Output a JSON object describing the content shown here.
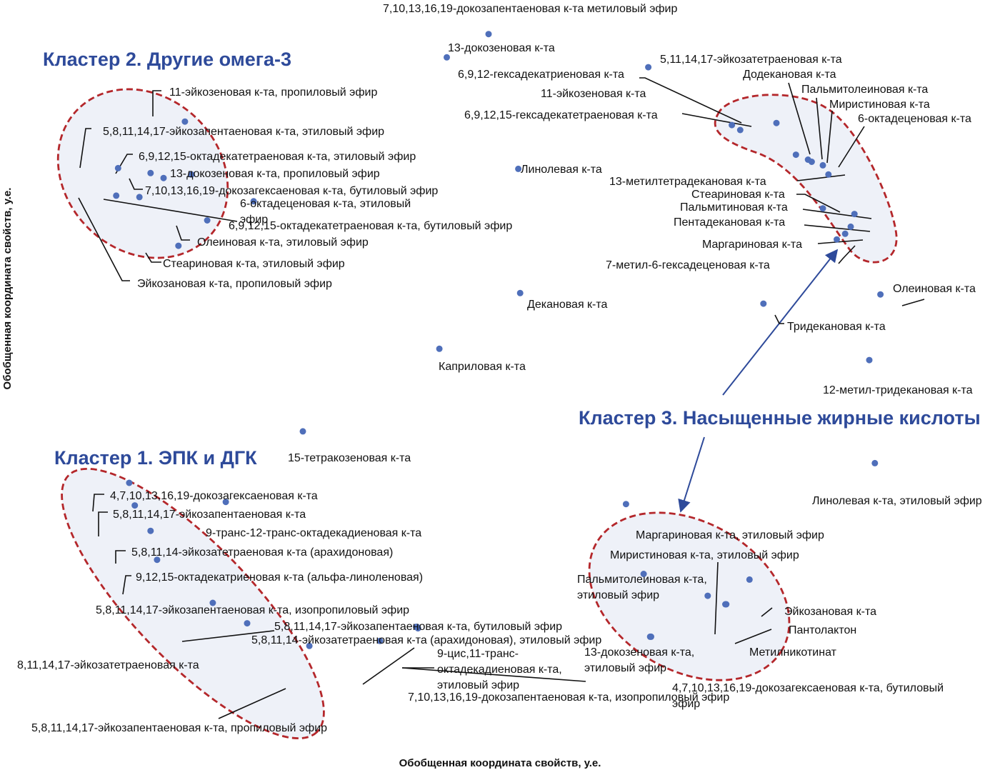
{
  "chart_data": {
    "type": "scatter",
    "xlabel": "Обобщенная координата свойств, у.е.",
    "ylabel": "Обобщенная координата свойств, у.е.",
    "xlim": [
      0,
      1
    ],
    "ylim": [
      0,
      1
    ],
    "grid": false,
    "legend": "none",
    "colors": {
      "point": "#4f6fba",
      "cluster_outline": "#b4272b",
      "cluster_fill": "#eef1f8",
      "cluster_title": "#2e4a9a",
      "leader": "#111111"
    },
    "clusters": [
      {
        "id": "c1",
        "title": "Кластер 1. ЭПК и ДГК"
      },
      {
        "id": "c2",
        "title": "Кластер 2. Другие омега-3"
      },
      {
        "id": "c3",
        "title": "Кластер 3. Насыщенные жирные кислоты"
      }
    ],
    "points": [
      {
        "id": "p1",
        "x": 0.48,
        "y": 0.972,
        "label": [
          "7,10,13,16,19-докозапентаеновая к-та метиловый эфир"
        ]
      },
      {
        "id": "p2",
        "x": 0.435,
        "y": 0.939,
        "label": [
          "13-докозеновая к-та"
        ]
      },
      {
        "id": "p3",
        "x": 0.652,
        "y": 0.925,
        "label": [
          "5,11,14,17-эйкозатетраеновая к-та"
        ]
      },
      {
        "id": "p4",
        "x": 0.742,
        "y": 0.843,
        "label": [
          "6,9,12-гексадекатриеновая к-та"
        ]
      },
      {
        "id": "p5",
        "x": 0.751,
        "y": 0.836,
        "label": [
          "6,9,12,15-гексадекатетраеновая к-та"
        ]
      },
      {
        "id": "p6",
        "x": 0.79,
        "y": 0.846,
        "label": [
          "11-эйкозеновая к-та"
        ]
      },
      {
        "id": "p7",
        "x": 0.811,
        "y": 0.801,
        "label": [
          "Додекановая к-та"
        ]
      },
      {
        "id": "p8",
        "x": 0.824,
        "y": 0.794,
        "label": [
          "Пальмитолеиновая к-та"
        ]
      },
      {
        "id": "p9",
        "x": 0.828,
        "y": 0.791,
        "label": [
          "Миристиновая к-та"
        ]
      },
      {
        "id": "p10",
        "x": 0.84,
        "y": 0.786,
        "label": [
          "6-октадеценовая к-та"
        ]
      },
      {
        "id": "p11",
        "x": 0.846,
        "y": 0.773,
        "label": [
          "13-метилтетрадекановая к-та"
        ]
      },
      {
        "id": "p12",
        "x": 0.84,
        "y": 0.725,
        "label": [
          "Стеариновая к-та"
        ]
      },
      {
        "id": "p13",
        "x": 0.874,
        "y": 0.717,
        "label": [
          "Пальмитиновая к-та"
        ]
      },
      {
        "id": "p14",
        "x": 0.87,
        "y": 0.699,
        "label": [
          "Пентадекановая к-та"
        ]
      },
      {
        "id": "p15",
        "x": 0.864,
        "y": 0.689,
        "label": [
          "Маргариновая к-та"
        ]
      },
      {
        "id": "p16",
        "x": 0.855,
        "y": 0.681,
        "label": [
          "7-метил-6-гексадеценовая к-та"
        ]
      },
      {
        "id": "p17",
        "x": 0.512,
        "y": 0.781,
        "label": [
          "Линолевая к-та"
        ]
      },
      {
        "id": "p18",
        "x": 0.514,
        "y": 0.605,
        "label": [
          "Декановая к-та"
        ]
      },
      {
        "id": "p19",
        "x": 0.427,
        "y": 0.526,
        "label": [
          "Каприловая к-та"
        ]
      },
      {
        "id": "p20",
        "x": 0.902,
        "y": 0.603,
        "label": [
          "Олеиновая к-та"
        ]
      },
      {
        "id": "p21",
        "x": 0.776,
        "y": 0.59,
        "label": [
          "Тридекановая к-та"
        ]
      },
      {
        "id": "p22",
        "x": 0.89,
        "y": 0.51,
        "label": [
          "12-метил-тридекановая к-та"
        ]
      },
      {
        "id": "p23",
        "x": 0.153,
        "y": 0.848,
        "label": [
          "11-эйкозеновая к-та, пропиловый эфир"
        ]
      },
      {
        "id": "p24",
        "x": 0.081,
        "y": 0.782,
        "label": [
          "5,8,11,14,17-эйкозапентаеновая к-та, этиловый эфир"
        ]
      },
      {
        "id": "p25",
        "x": 0.116,
        "y": 0.775,
        "label": [
          "6,9,12,15-октадекатетраеновая к-та, этиловый эфир"
        ]
      },
      {
        "id": "p26",
        "x": 0.13,
        "y": 0.768,
        "label": [
          "7,10,13,16,19-докозагексаеновая к-та, бутиловый эфир"
        ]
      },
      {
        "id": "p27",
        "x": 0.16,
        "y": 0.773,
        "label": [
          "13-докозеновая к-та, пропиловый эфир"
        ]
      },
      {
        "id": "p28",
        "x": 0.227,
        "y": 0.735,
        "label": [
          "6-октадеценовая к-та, этиловый",
          "эфир"
        ]
      },
      {
        "id": "p29",
        "x": 0.104,
        "y": 0.741,
        "label": [
          "6,9,12,15-октадекатетраеновая к-та, бутиловый эфир"
        ]
      },
      {
        "id": "p30",
        "x": 0.177,
        "y": 0.708,
        "label": [
          "Олеиновая к-та, этиловый эфир"
        ]
      },
      {
        "id": "p31",
        "x": 0.146,
        "y": 0.672,
        "label": [
          "Стеариновая к-та, этиловый эфир"
        ]
      },
      {
        "id": "p32",
        "x": 0.079,
        "y": 0.743,
        "label": [
          "Эйкозановая к-та, пропиловый эфир"
        ]
      },
      {
        "id": "p33",
        "x": 0.28,
        "y": 0.409,
        "label": [
          "15-тетракозеновая к-та"
        ]
      },
      {
        "id": "p34",
        "x": 0.093,
        "y": 0.336,
        "label": [
          "4,7,10,13,16,19-докозагексаеновая к-та"
        ]
      },
      {
        "id": "p35",
        "x": 0.099,
        "y": 0.304,
        "label": [
          "5,8,11,14,17-эйкозапентаеновая к-та"
        ]
      },
      {
        "id": "p36",
        "x": 0.197,
        "y": 0.309,
        "label": [
          "9-транс-12-транс-октадекадиеновая к-та"
        ]
      },
      {
        "id": "p37",
        "x": 0.116,
        "y": 0.268,
        "label": [
          "5,8,11,14-эйкозатетраеновая к-та (арахидоновая)"
        ]
      },
      {
        "id": "p38",
        "x": 0.123,
        "y": 0.227,
        "label": [
          "9,12,15-октадекатриеновая к-та (альфа-линоленовая)"
        ]
      },
      {
        "id": "p39",
        "x": 0.183,
        "y": 0.166,
        "label": [
          "5,8,11,14,17-эйкозапентаеновая к-та, изопропиловый эфир"
        ]
      },
      {
        "id": "p40",
        "x": 0.22,
        "y": 0.137,
        "label": [
          "8,11,14,17-эйкозатетраеновая к-та"
        ]
      },
      {
        "id": "p41",
        "x": 0.287,
        "y": 0.105,
        "label": [
          "5,8,11,14,17-эйкозапентаеновая к-та, пропиловый эфир"
        ]
      },
      {
        "id": "p42",
        "x": 0.363,
        "y": 0.112,
        "label": [
          "5,8,11,14,17-эйкозапентаеновая к-та, бутиловый эфир"
        ]
      },
      {
        "id": "p43",
        "x": 0.403,
        "y": 0.132,
        "label": [
          "5,8,11,14-эйкозатетраеновая к-та (арахидоновая), этиловый эфир"
        ]
      },
      {
        "id": "p44",
        "x": 0.404,
        "y": 0.13,
        "label": [
          "9-цис,11-транс-",
          "октадекадиеновая к-та,",
          "этиловый эфир"
        ]
      },
      {
        "id": "p45",
        "x": 0.896,
        "y": 0.364,
        "label": [
          "Линолевая к-та, этиловый эфир"
        ]
      },
      {
        "id": "p46",
        "x": 0.628,
        "y": 0.306,
        "label": [
          "Маргариновая к-та, этиловый эфир"
        ]
      },
      {
        "id": "p47",
        "x": 0.647,
        "y": 0.207,
        "label": [
          "Пальмитолеиновая к-та,",
          "этиловый эфир"
        ]
      },
      {
        "id": "p48",
        "x": 0.716,
        "y": 0.176,
        "label": [
          "Миристиновая к-та, этиловый эфир"
        ]
      },
      {
        "id": "p49",
        "x": 0.761,
        "y": 0.199,
        "label": [
          "Эйкозановая к-та"
        ]
      },
      {
        "id": "p50",
        "x": 0.736,
        "y": 0.164,
        "label": [
          "Пантолактон"
        ]
      },
      {
        "id": "p51",
        "x": 0.735,
        "y": 0.164,
        "label": [
          "Метилникотинат"
        ]
      },
      {
        "id": "p52",
        "x": 0.654,
        "y": 0.118,
        "label": [
          "13-докозеновая к-та,",
          "этиловый эфир"
        ]
      },
      {
        "id": "p53",
        "x": 0.655,
        "y": 0.118,
        "label": [
          "4,7,10,13,16,19-докозагексаеновая к-та, бутиловый",
          "эфир"
        ]
      },
      {
        "id": "p54",
        "x": 0.402,
        "y": 0.132,
        "label": [
          "7,10,13,16,19-докозапентаеновая к-та, изопропиловый эфир"
        ]
      }
    ]
  }
}
